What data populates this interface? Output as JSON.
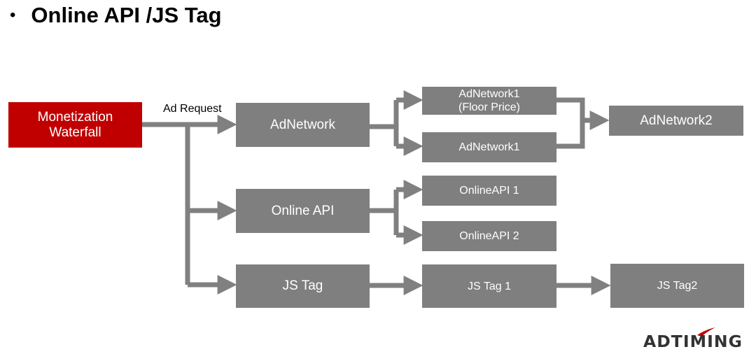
{
  "title": {
    "bullet": "•",
    "text": "Online API /JS Tag"
  },
  "edge_label": "Ad Request",
  "nodes": {
    "waterfall": {
      "line1": "Monetization",
      "line2": "Waterfall"
    },
    "adnetwork": "AdNetwork",
    "adnetwork1_floor": {
      "line1": "AdNetwork1",
      "line2": "(Floor Price)"
    },
    "adnetwork1": "AdNetwork1",
    "adnetwork2": "AdNetwork2",
    "online_api": "Online API",
    "online_api_1": "OnlineAPI 1",
    "online_api_2": "OnlineAPI 2",
    "js_tag": "JS Tag",
    "js_tag_1": "JS Tag 1",
    "js_tag_2": "JS Tag2"
  },
  "logo": {
    "text": "ADTIMING",
    "color": "#333333",
    "accent": "#c00000"
  },
  "colors": {
    "box": "#7f7f7f",
    "highlight": "#c00000",
    "connector": "#808080"
  }
}
